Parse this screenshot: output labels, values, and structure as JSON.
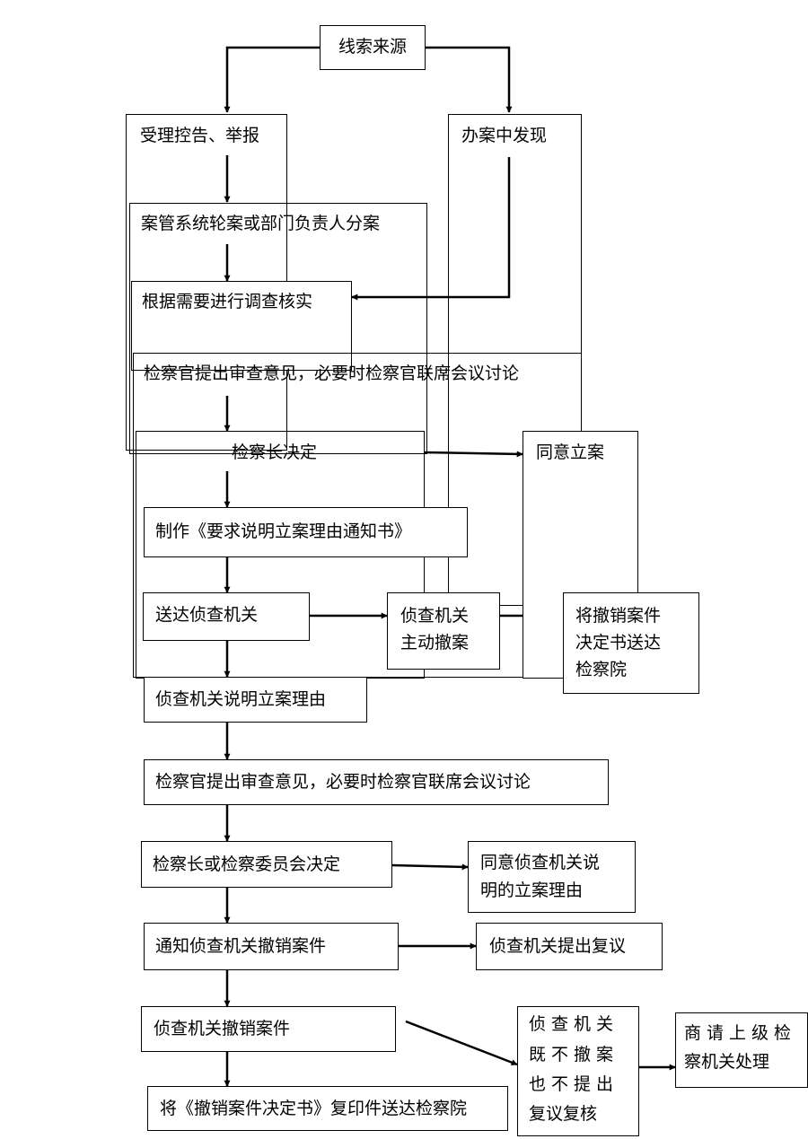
{
  "flow": {
    "source": "线索来源",
    "accept_report": "受理控告、举报",
    "found_in_case": "办案中发现",
    "assign_case": "案管系统轮案或部门负责人分案",
    "investigate": "根据需要进行调查核实",
    "review_opinion_1": "检察官提出审查意见，必要时检察官联席会议讨论",
    "chief_decide": "检察长决定",
    "agree_file": "同意立案",
    "make_notice": "制作《要求说明立案理由通知书》",
    "deliver_police": "送达侦查机关",
    "police_withdraw_line1": "侦查机关",
    "police_withdraw_line2": "主动撤案",
    "send_decision_line1": "将撤销案件",
    "send_decision_line2": "决定书送达",
    "send_decision_line3": "检察院",
    "police_explain": "侦查机关说明立案理由",
    "review_opinion_2": "检察官提出审查意见，必要时检察官联席会议讨论",
    "chief_committee_decide": "检察长或检察委员会决定",
    "agree_reason_line1": "同意侦查机关说",
    "agree_reason_line2": "明的立案理由",
    "notify_revoke": "通知侦查机关撤销案件",
    "police_reconsider": "侦查机关提出复议",
    "police_revoke": "侦查机关撤销案件",
    "send_copy": "将《撤销案件决定书》复印件送达检察院",
    "neither_line1": "侦查机关",
    "neither_line2": "既不撤案",
    "neither_line3": "也不提出",
    "neither_line4": "复议复核",
    "request_upper_line1": "商请上级检",
    "request_upper_line2": "察机关处理"
  }
}
